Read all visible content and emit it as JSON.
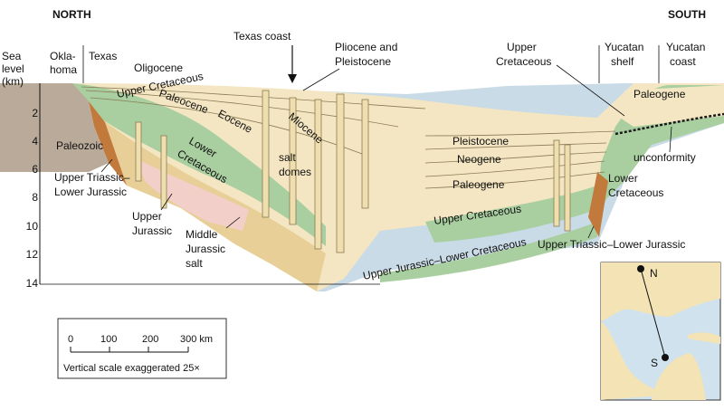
{
  "direction": {
    "north": "NORTH",
    "south": "SOUTH"
  },
  "axis": {
    "title_lines": [
      "Sea",
      "level",
      "(km)"
    ],
    "ticks": [
      "2",
      "4",
      "6",
      "8",
      "10",
      "12",
      "14"
    ]
  },
  "regions_top": {
    "oklahoma_lines": [
      "Okla-",
      "homa"
    ],
    "texas": "Texas",
    "texas_coast": "Texas coast",
    "pliocene_lines": [
      "Pliocene and",
      "Pleistocene"
    ],
    "upper_cretaceous_lines": [
      "Upper",
      "Cretaceous"
    ],
    "yucatan_shelf_lines": [
      "Yucatan",
      "shelf"
    ],
    "yucatan_coast_lines": [
      "Yucatan",
      "coast"
    ]
  },
  "layers": {
    "oligocene": "Oligocene",
    "paleocene": "Paleocene",
    "eocene": "Eocene",
    "upper_cretaceous_left": "Upper Cretaceous",
    "lower_cretaceous_lines": [
      "Lower",
      "Cretaceous"
    ],
    "miocene": "Miocene",
    "salt_domes_lines": [
      "salt",
      "domes"
    ],
    "paleozoic": "Paleozoic",
    "upper_triassic_left_lines": [
      "Upper Triassic–",
      "Lower Jurassic"
    ],
    "upper_jurassic_lines": [
      "Upper",
      "Jurassic"
    ],
    "middle_jurassic_lines": [
      "Middle",
      "Jurassic",
      "salt"
    ],
    "pleistocene": "Pleistocene",
    "neogene": "Neogene",
    "paleogene_mid": "Paleogene",
    "upper_cretaceous_mid": "Upper Cretaceous",
    "upper_jurassic_lower_cretaceous": "Upper Jurassic–Lower Cretaceous",
    "paleogene_right": "Paleogene",
    "unconformity": "unconformity",
    "lower_cretaceous_right_lines": [
      "Lower",
      "Cretaceous"
    ],
    "upper_triassic_right": "Upper Triassic–Lower Jurassic"
  },
  "scale_bar": {
    "ticks": [
      "0",
      "100",
      "200",
      "300 km"
    ],
    "note": "Vertical scale exaggerated 25×"
  },
  "inset_map": {
    "north_label": "N",
    "south_label": "S"
  },
  "colors": {
    "water": "#c9dbe6",
    "post_cretaceous": "#f4e6c2",
    "cretaceous": "#a9cfa0",
    "middle_jurassic_salt": "#e8cf97",
    "upper_jurassic": "#f2cfc9",
    "triassic": "#c17a3c",
    "paleozoic": "#b9aa9a",
    "map_land": "#f3e3b5",
    "map_water": "#cfe2ee"
  }
}
